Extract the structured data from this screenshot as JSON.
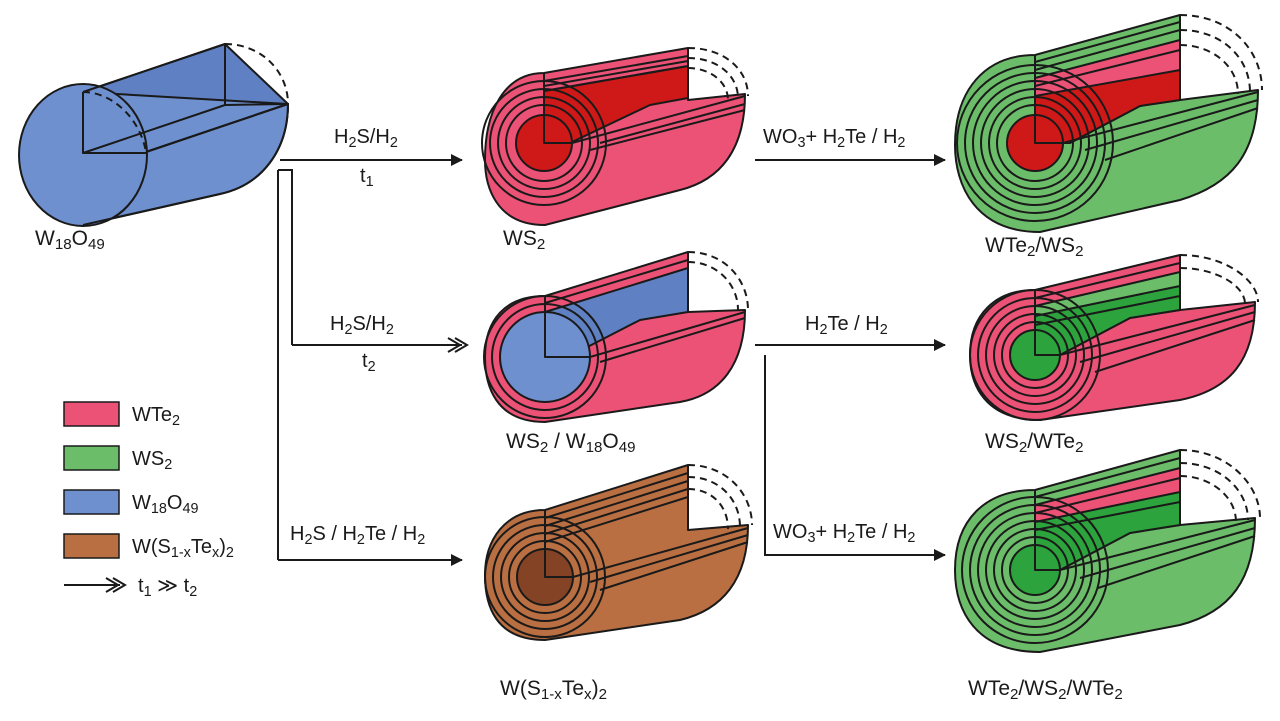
{
  "colors": {
    "WTe2": "#ec5276",
    "WS2": "#6cbd6a",
    "W18O49": "#6e90cf",
    "W(S1-xTex)2": "#b96f42",
    "WS2_inner": "#2ca33c",
    "WS2_inner_dark": "#219433",
    "WS2_core_red": "#cf1818",
    "mixed_dark": "#854326",
    "W18O49_shade": "#5f80c2",
    "outline": "#1a1a1a"
  },
  "products": [
    {
      "key": "w18o49",
      "label": "W18O49",
      "parts": [
        [
          "W",
          ""
        ],
        [
          "18",
          "sub"
        ],
        [
          "O",
          ""
        ],
        [
          "49",
          "sub"
        ]
      ]
    },
    {
      "key": "ws2",
      "label": "WS2",
      "parts": [
        [
          "WS",
          ""
        ],
        [
          "2",
          "sub"
        ]
      ]
    },
    {
      "key": "wte2_ws2",
      "label": "WTe2/WS2",
      "parts": [
        [
          "WTe",
          ""
        ],
        [
          "2",
          "sub"
        ],
        [
          "/WS",
          ""
        ],
        [
          "2",
          "sub"
        ]
      ]
    },
    {
      "key": "ws2_w18o49",
      "label": "WS2 / W18O49",
      "parts": [
        [
          "WS",
          ""
        ],
        [
          "2",
          "sub"
        ],
        [
          " / W",
          ""
        ],
        [
          "18",
          "sub"
        ],
        [
          "O",
          ""
        ],
        [
          "49",
          "sub"
        ]
      ]
    },
    {
      "key": "ws2_wte2",
      "label": "WS2/WTe2",
      "parts": [
        [
          "WS",
          ""
        ],
        [
          "2",
          "sub"
        ],
        [
          "/WTe",
          ""
        ],
        [
          "2",
          "sub"
        ]
      ]
    },
    {
      "key": "mixed",
      "label": "W(S1-xTex)2",
      "parts": [
        [
          "W(S",
          ""
        ],
        [
          "1-x",
          "sub"
        ],
        [
          "Te",
          ""
        ],
        [
          "x",
          "sub"
        ],
        [
          ")",
          ""
        ],
        [
          "2",
          "sub"
        ]
      ]
    },
    {
      "key": "wte2_ws2_wte2",
      "label": "WTe2/WS2/WTe2",
      "parts": [
        [
          "WTe",
          ""
        ],
        [
          "2",
          "sub"
        ],
        [
          "/WS",
          ""
        ],
        [
          "2",
          "sub"
        ],
        [
          "/WTe",
          ""
        ],
        [
          "2",
          "sub"
        ]
      ]
    }
  ],
  "conditions": [
    {
      "key": "c1_top",
      "label": "H2S/H2",
      "parts": [
        [
          "H",
          ""
        ],
        [
          "2",
          "sub"
        ],
        [
          "S/H",
          ""
        ],
        [
          "2",
          "sub"
        ]
      ]
    },
    {
      "key": "c1_bot",
      "label": "t1",
      "parts": [
        [
          "t",
          ""
        ],
        [
          "1",
          "sub"
        ]
      ]
    },
    {
      "key": "c2_top",
      "label": "H2S/H2",
      "parts": [
        [
          "H",
          ""
        ],
        [
          "2",
          "sub"
        ],
        [
          "S/H",
          ""
        ],
        [
          "2",
          "sub"
        ]
      ]
    },
    {
      "key": "c2_bot",
      "label": "t2",
      "parts": [
        [
          "t",
          ""
        ],
        [
          "2",
          "sub"
        ]
      ]
    },
    {
      "key": "c3",
      "label": "H2S / H2Te / H2",
      "parts": [
        [
          "H",
          ""
        ],
        [
          "2",
          "sub"
        ],
        [
          "S / H",
          ""
        ],
        [
          "2",
          "sub"
        ],
        [
          "Te / H",
          ""
        ],
        [
          "2",
          "sub"
        ]
      ]
    },
    {
      "key": "c4",
      "label": "WO3 + H2Te / H2",
      "parts": [
        [
          "WO",
          ""
        ],
        [
          "3",
          "sub"
        ],
        [
          "+ H",
          ""
        ],
        [
          "2",
          "sub"
        ],
        [
          "Te / H",
          ""
        ],
        [
          "2",
          "sub"
        ]
      ]
    },
    {
      "key": "c5",
      "label": "H2Te / H2",
      "parts": [
        [
          "H",
          ""
        ],
        [
          "2",
          "sub"
        ],
        [
          "Te / H",
          ""
        ],
        [
          "2",
          "sub"
        ]
      ]
    },
    {
      "key": "c6",
      "label": "WO3 + H2Te / H2",
      "parts": [
        [
          "WO",
          ""
        ],
        [
          "3",
          "sub"
        ],
        [
          "+ H",
          ""
        ],
        [
          "2",
          "sub"
        ],
        [
          "Te / H",
          ""
        ],
        [
          "2",
          "sub"
        ]
      ]
    }
  ],
  "legend": [
    {
      "key": "WTe2",
      "label": "WTe2",
      "parts": [
        [
          "WTe",
          ""
        ],
        [
          "2",
          "sub"
        ]
      ]
    },
    {
      "key": "WS2",
      "label": "WS2",
      "parts": [
        [
          "WS",
          ""
        ],
        [
          "2",
          "sub"
        ]
      ]
    },
    {
      "key": "W18O49",
      "label": "W18O49",
      "parts": [
        [
          "W",
          ""
        ],
        [
          "18",
          "sub"
        ],
        [
          "O",
          ""
        ],
        [
          "49",
          "sub"
        ]
      ]
    },
    {
      "key": "mixed",
      "label": "W(S1-xTex)2",
      "parts": [
        [
          "W(S",
          ""
        ],
        [
          "1-x",
          "sub"
        ],
        [
          "Te",
          ""
        ],
        [
          "x",
          "sub"
        ],
        [
          ")",
          ""
        ],
        [
          "2",
          "sub"
        ]
      ]
    },
    {
      "key": "time",
      "label": "t1 ≫ t2",
      "parts": [
        [
          "t",
          ""
        ],
        [
          "1",
          "sub"
        ],
        [
          " ≫ t",
          ""
        ],
        [
          "2",
          "sub"
        ]
      ]
    }
  ]
}
